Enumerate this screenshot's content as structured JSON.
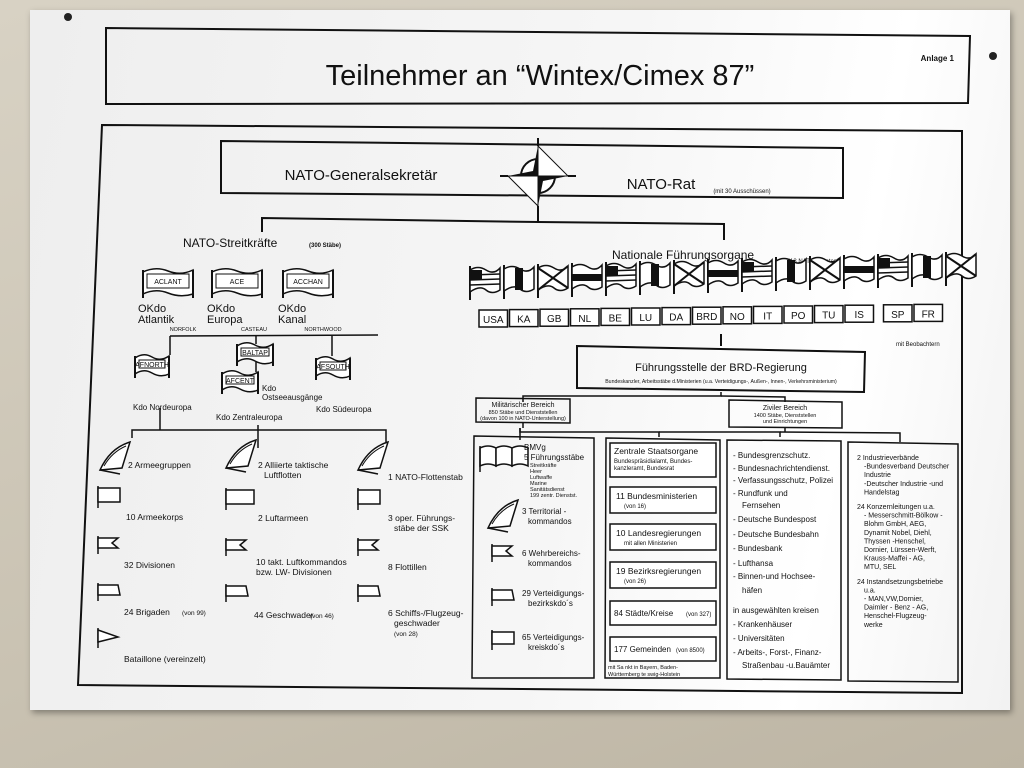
{
  "header": {
    "title": "Teilnehmer an “Wintex/Cimex 87”",
    "annex": "Anlage 1"
  },
  "top": {
    "secgen": "NATO-Generalsekretär",
    "council": "NATO-Rat",
    "council_note": "(mit 30 Ausschüssen)"
  },
  "left": {
    "heading": "NATO-Streitkräfte",
    "heading_note": "(300 Stäbe)",
    "commands": [
      {
        "flag": "ACLANT",
        "label1": "OKdo",
        "label2": "Atlantik",
        "loc": "NORFOLK"
      },
      {
        "flag": "ACE",
        "label1": "OKdo",
        "label2": "Europa",
        "loc": "CASTEAU"
      },
      {
        "flag": "ACCHAN",
        "label1": "OKdo",
        "label2": "Kanal",
        "loc": "NORTHWOOD"
      }
    ],
    "subcommands": [
      {
        "flag": "AFNORTH",
        "label": "Kdo Nordeuropa"
      },
      {
        "flag": "BALTAP",
        "label": "Kdo",
        "label2": "Ostseeausgänge"
      },
      {
        "flag": "AFCENT",
        "label": "Kdo Zentraleuropa"
      },
      {
        "flag": "AFSOUTH",
        "label": "Kdo Südeuropa"
      }
    ],
    "col1": [
      {
        "text": "2  Armeegruppen"
      },
      {
        "text": "10  Armeekorps"
      },
      {
        "text": "32 Divisionen"
      },
      {
        "text": "24 Brigaden",
        "note": "(von 99)"
      },
      {
        "text": "Bataillone (vereinzelt)"
      }
    ],
    "col2": [
      {
        "lines": [
          "2  Alliierte taktische",
          "Luftflotten"
        ]
      },
      {
        "lines": [
          "2  Luftarmeen"
        ]
      },
      {
        "lines": [
          "10  takt. Luftkommandos",
          "bzw. LW- Divisionen"
        ]
      },
      {
        "lines": [
          "44 Geschwader",
          "(von 46)"
        ]
      }
    ],
    "col3": [
      {
        "lines": [
          "1  NATO-Flottenstab"
        ]
      },
      {
        "lines": [
          "3  oper. Führungs-",
          "stäbe der SSK"
        ]
      },
      {
        "lines": [
          "8  Flottillen"
        ]
      },
      {
        "lines": [
          "6  Schiffs-/Flugzeug-",
          "geschwader",
          "(von 28)"
        ]
      }
    ]
  },
  "right": {
    "heading": "Nationale Führungsorgane",
    "heading_note": "(13 NATO-Staaten)",
    "countries": [
      "USA",
      "KA",
      "GB",
      "NL",
      "BE",
      "LU",
      "DA",
      "BRD",
      "NO",
      "IT",
      "PO",
      "TU",
      "IS",
      "SP",
      "FR"
    ],
    "observers_note": "mit Beobachtern",
    "brd": {
      "title": "Führungsstelle der BRD-Regierung",
      "subtitle": "Bundeskanzler, Arbeitsstäbe d.Ministerien (u.a. Verteidigungs-, Außen-, Innen-, Verkehrsministerium)"
    },
    "mil": {
      "title": "Militärischer Bereich",
      "line1": "850 Stäbe und Dienststellen",
      "line2": "(davon 100 in NATO-Unterstellung)"
    },
    "civ": {
      "title": "Ziviler Bereich",
      "line1": "1400 Stäbe, Dienststellen",
      "line2": "und Einrichtungen"
    },
    "milcol": [
      {
        "lines": [
          "BMVg"
        ]
      },
      {
        "lines": [
          "5  Führungsstäbe",
          "Streitkräfte",
          "Heer",
          "Luftwaffe",
          "Marine",
          "Sanitätsdienst",
          "199 zentr. Dienstst."
        ]
      },
      {
        "lines": [
          "3  Territorial -",
          "kommandos"
        ]
      },
      {
        "lines": [
          "6  Wehrbereichs-",
          "kommandos"
        ]
      },
      {
        "lines": [
          "29 Verteidigungs-",
          "bezirkskdo´s"
        ]
      },
      {
        "lines": [
          "65 Verteidigungs-",
          "kreiskdo´s"
        ]
      }
    ],
    "state": [
      {
        "lines": [
          "Zentrale Staatsorgane",
          "Bundespräsidialamt, Bundes-",
          "kanzleramt, Bundesrat"
        ]
      },
      {
        "lines": [
          "11 Bundesministerien",
          "(von 16)"
        ]
      },
      {
        "lines": [
          "10 Landesregierungen",
          "mit allen Ministerien"
        ]
      },
      {
        "lines": [
          "19 Bezirksregierungen",
          "(von 26)"
        ]
      },
      {
        "lines": [
          "84 Städte/Kreise",
          "(von 327)"
        ]
      },
      {
        "lines": [
          "177 Gemeinden",
          "(von 8500)"
        ]
      }
    ],
    "state_note": [
      "mit Sa      nkt in Bayern, Baden-",
      "Württemberg      te swig-Holstein"
    ],
    "agencies": [
      "- Bundesgrenzschutz.",
      "- Bundesnachrichtendienst.",
      "- Verfassungsschutz, Polizei",
      "- Rundfunk und",
      "  Fernsehen",
      "- Deutsche Bundespost",
      "- Deutsche Bundesbahn",
      "- Bundesbank",
      "- Lufthansa",
      "- Binnen-und Hochsee-",
      "  häfen",
      "in ausgewählten kreisen",
      "- Krankenhäuser",
      "- Universitäten",
      "- Arbeits-, Forst-, Finanz-",
      "  Straßenbau -u.Bauämter"
    ],
    "industry": [
      "2 Industrieverbände",
      "-Bundesverband Deutscher",
      "Industrie",
      "-Deutscher Industrie -und",
      "Handelstag",
      "",
      "24 Konzernleitungen u.a.",
      "- Messerschmitt-Bölkow -",
      "Blohm GmbH, AEG,",
      "Dynamit Nobel, Diehl,",
      "Thyssen -Henschel,",
      "Dornier, Lürssen-Werft,",
      "Krauss-Maffei - AG,",
      "MTU, SEL",
      "",
      "24 Instandsetzungsbetriebe",
      "u.a.",
      "- MAN,VW,Dornier,",
      "Daimler - Benz - AG,",
      "Henschel-Flugzeug-",
      "werke"
    ]
  }
}
